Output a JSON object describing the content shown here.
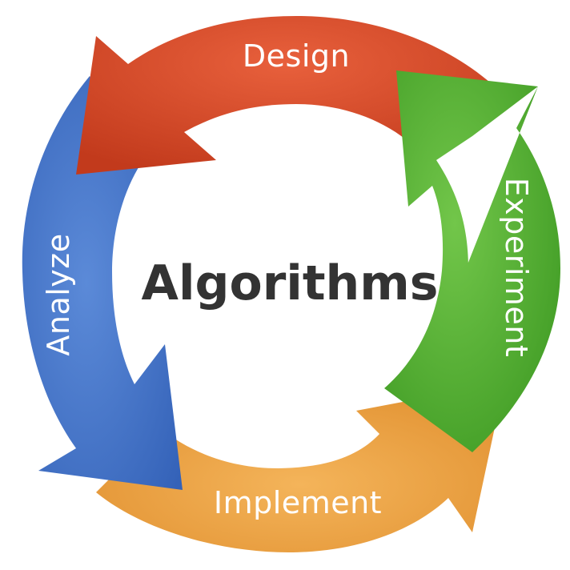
{
  "diagram": {
    "center_title": "Algorithms",
    "segments": [
      {
        "id": "design",
        "label": "Design",
        "color": "#d94a2a"
      },
      {
        "id": "experiment",
        "label": "Experiment",
        "color": "#5fb438"
      },
      {
        "id": "implement",
        "label": "Implement",
        "color": "#eba043"
      },
      {
        "id": "analyze",
        "label": "Analyze",
        "color": "#4a78c8"
      }
    ]
  }
}
